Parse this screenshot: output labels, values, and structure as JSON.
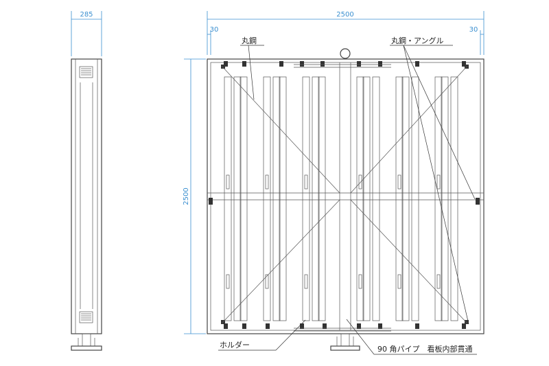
{
  "dimensions": {
    "side_width": "285",
    "total_width": "2500",
    "left_margin": "30",
    "right_margin": "30",
    "height": "2500"
  },
  "labels": {
    "round_steel": "丸鋼",
    "round_steel_angle": "丸鋼・アングル",
    "holder": "ホルダー",
    "pipe": "90 角パイプ　看板内部貫通"
  },
  "colors": {
    "dimension": "#3a8fd0",
    "line": "#444444",
    "background": "#ffffff"
  }
}
